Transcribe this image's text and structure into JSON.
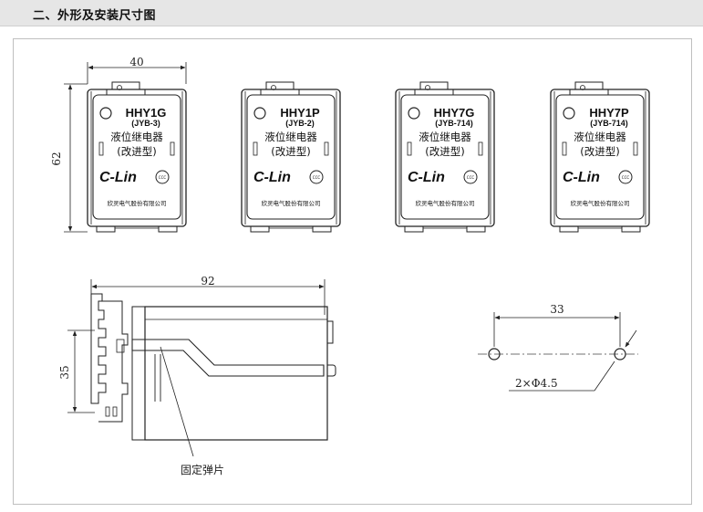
{
  "header": {
    "title": "二、外形及安装尺寸图"
  },
  "front_dims": {
    "width": "40",
    "height": "62"
  },
  "relays": [
    {
      "model": "HHY1G",
      "sub": "(JYB-3)",
      "name": "液位继电器",
      "variant": "(改进型)",
      "brand": "C-Lin",
      "company": "欣灵电气股份有限公司",
      "cert": "CCC"
    },
    {
      "model": "HHY1P",
      "sub": "(JYB-2)",
      "name": "液位继电器",
      "variant": "(改进型)",
      "brand": "C-Lin",
      "company": "欣灵电气股份有限公司",
      "cert": "CCC"
    },
    {
      "model": "HHY7G",
      "sub": "(JYB-714)",
      "name": "液位继电器",
      "variant": "(改进型)",
      "brand": "C-Lin",
      "company": "欣灵电气股份有限公司",
      "cert": "CCC"
    },
    {
      "model": "HHY7P",
      "sub": "(JYB-714)",
      "name": "液位继电器",
      "variant": "(改进型)",
      "brand": "C-Lin",
      "company": "欣灵电气股份有限公司",
      "cert": "CCC"
    }
  ],
  "side_view": {
    "length": "92",
    "height": "35",
    "clip_label": "固定弹片"
  },
  "mount": {
    "spacing": "33",
    "holes": "2×Φ4.5"
  }
}
